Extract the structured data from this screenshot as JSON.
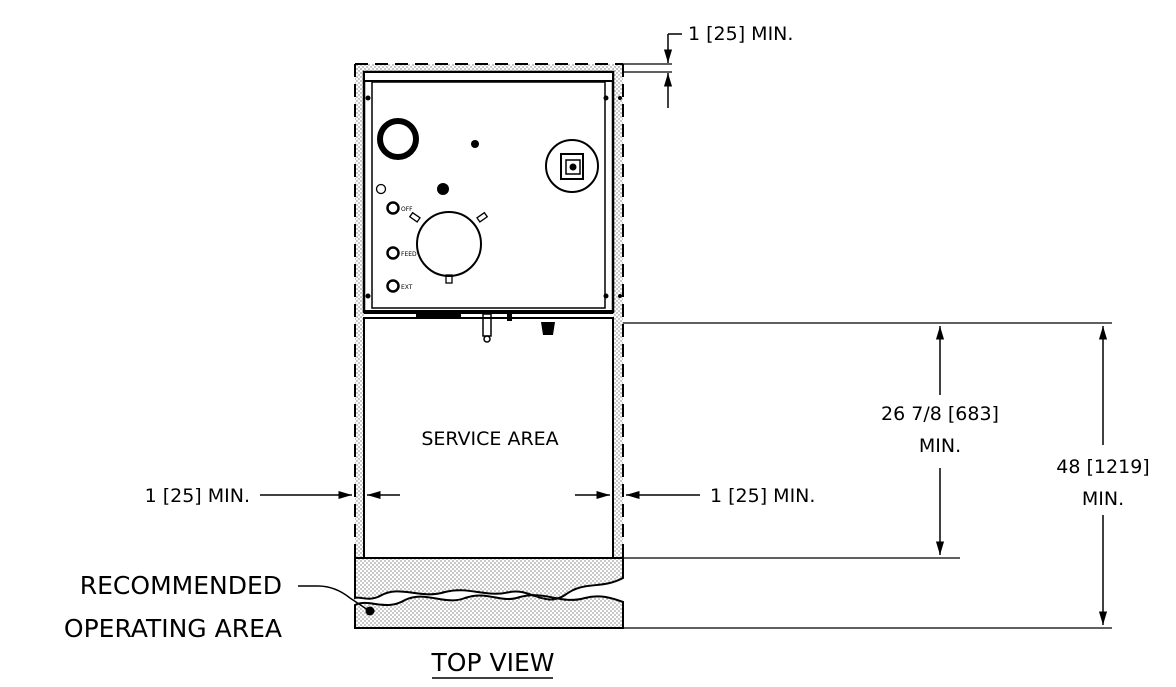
{
  "drawing": {
    "view_title": "TOP VIEW",
    "service_area_label": "SERVICE AREA",
    "recommended_area_label": [
      "RECOMMENDED",
      "OPERATING AREA"
    ],
    "dimensions": {
      "top_clearance": "1 [25] MIN.",
      "left_clearance": "1 [25] MIN.",
      "right_clearance": "1 [25] MIN.",
      "service_depth": [
        "26 7/8 [683]",
        "MIN."
      ],
      "overall_depth": [
        "48 [1219]",
        "MIN."
      ]
    },
    "panel_labels": [
      "OFF",
      "FEED",
      "EXT"
    ]
  }
}
